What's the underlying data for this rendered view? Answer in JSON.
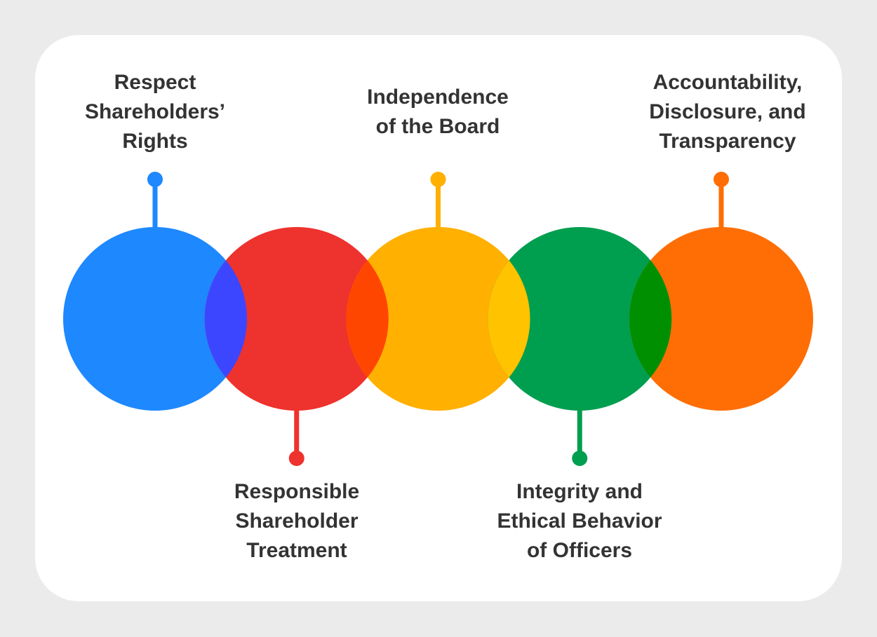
{
  "title": "Principles of Corporate Governance",
  "principles": [
    {
      "lines": [
        "Respect",
        "Shareholders’",
        "Rights"
      ],
      "color": "#1e88ff",
      "pin": "top"
    },
    {
      "lines": [
        "Responsible",
        "Shareholder",
        "Treatment"
      ],
      "color": "#ee322d",
      "pin": "bottom"
    },
    {
      "lines": [
        "Independence",
        "of the Board"
      ],
      "color": "#ffb000",
      "pin": "top"
    },
    {
      "lines": [
        "Integrity and",
        "Ethical Behavior",
        "of Officers"
      ],
      "color": "#009e4f",
      "pin": "bottom"
    },
    {
      "lines": [
        "Accountability,",
        "Disclosure, and",
        "Transparency"
      ],
      "color": "#ff6e05",
      "pin": "top"
    }
  ],
  "overlap_colors": [
    "#3d46ff",
    "#ff4600",
    "#ffc300",
    "#008f00"
  ]
}
